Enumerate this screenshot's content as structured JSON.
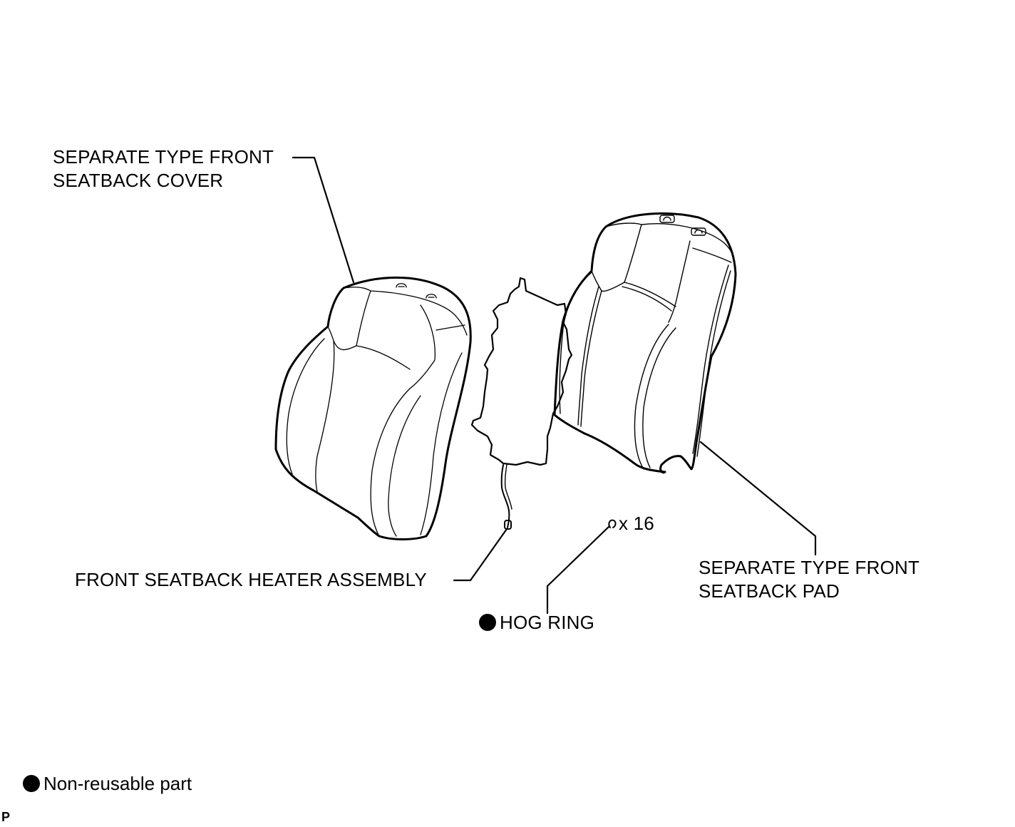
{
  "labels": {
    "cover_line1": "SEPARATE TYPE FRONT",
    "cover_line2": "SEATBACK COVER",
    "heater": "FRONT SEATBACK HEATER ASSEMBLY",
    "hog_ring": "HOG RING",
    "quantity": "x 16",
    "pad_line1": "SEPARATE TYPE FRONT",
    "pad_line2": "SEATBACK PAD"
  },
  "legend": {
    "text": "Non-reusable part"
  },
  "figure_code": "P"
}
